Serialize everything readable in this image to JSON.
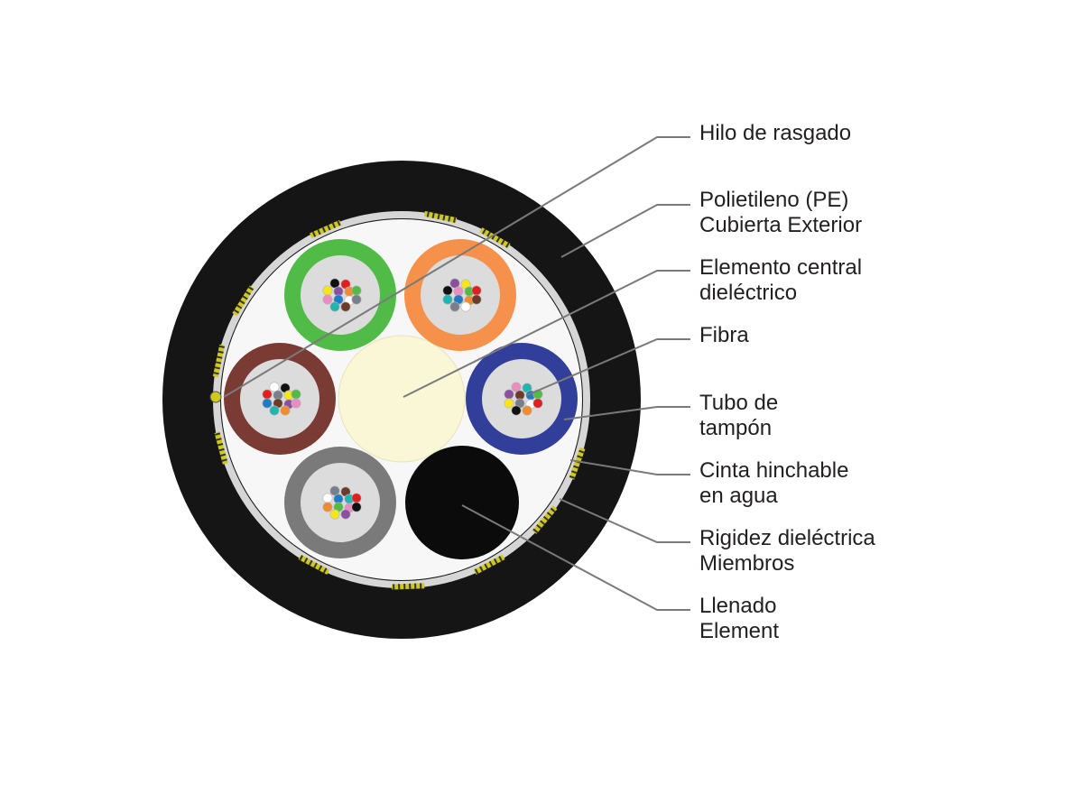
{
  "colors": {
    "jacket": "#151515",
    "inner_fill": "#f7f7f7",
    "tape": "#d6d6d6",
    "rigid_member": "#cfc91e",
    "central_element": "#faf7d6",
    "filler": "#0b0b0b",
    "tube_core": "#dcdcdc",
    "leader_line": "#7a7a7a",
    "label_text": "#231f20"
  },
  "tubes": [
    {
      "color": "#50bb46",
      "fibers": [
        "#111111",
        "#e02020",
        "#f6e51a",
        "#8a4fa0",
        "#f28a2e",
        "#50bb46",
        "#e98cc0",
        "#1f7bc4",
        "#ffffff",
        "#777f8a",
        "#20b5b0",
        "#6e3b2a"
      ]
    },
    {
      "color": "#f5914a",
      "fibers": [
        "#8a4fa0",
        "#f6e51a",
        "#111111",
        "#e98cc0",
        "#50bb46",
        "#e02020",
        "#20b5b0",
        "#1f7bc4",
        "#f28a2e",
        "#6e3b2a",
        "#777f8a",
        "#ffffff"
      ]
    },
    {
      "color": "#7a3b34",
      "fibers": [
        "#ffffff",
        "#111111",
        "#e02020",
        "#777f8a",
        "#f6e51a",
        "#50bb46",
        "#1f7bc4",
        "#6e3b2a",
        "#8a4fa0",
        "#e98cc0",
        "#20b5b0",
        "#f28a2e"
      ]
    },
    {
      "color": "#313f9a",
      "fibers": [
        "#e98cc0",
        "#20b5b0",
        "#8a4fa0",
        "#6e3b2a",
        "#1f7bc4",
        "#50bb46",
        "#f6e51a",
        "#777f8a",
        "#ffffff",
        "#e02020",
        "#111111",
        "#f28a2e"
      ]
    },
    {
      "color": "#7a7a7a",
      "fibers": [
        "#777f8a",
        "#6e3b2a",
        "#ffffff",
        "#1f7bc4",
        "#20b5b0",
        "#e02020",
        "#f28a2e",
        "#50bb46",
        "#e98cc0",
        "#111111",
        "#f6e51a",
        "#8a4fa0"
      ]
    }
  ],
  "labels": [
    {
      "lines": [
        "Hilo de rasgado"
      ]
    },
    {
      "lines": [
        "Polietileno (PE)",
        "Cubierta Exterior"
      ]
    },
    {
      "lines": [
        "Elemento central",
        "dieléctrico"
      ]
    },
    {
      "lines": [
        "Fibra"
      ]
    },
    {
      "lines": [
        "Tubo de",
        "tampón"
      ]
    },
    {
      "lines": [
        "Cinta hinchable",
        "en agua"
      ]
    },
    {
      "lines": [
        "Rigidez dieléctrica",
        "Miembros"
      ]
    },
    {
      "lines": [
        "Llenado",
        "Element"
      ]
    }
  ]
}
